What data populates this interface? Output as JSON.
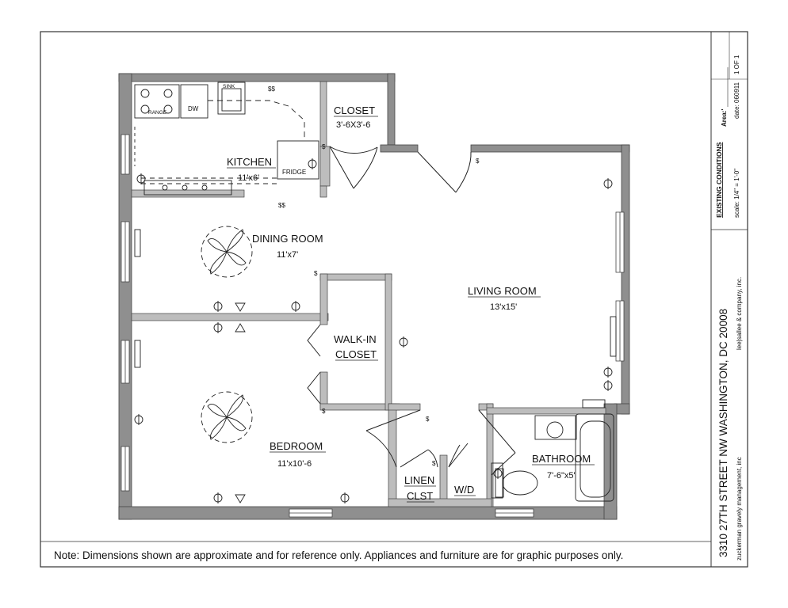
{
  "plan": {
    "rooms": {
      "kitchen": {
        "name": "KITCHEN",
        "dim": "11'x6'"
      },
      "closet": {
        "name": "CLOSET",
        "dim": "3'-6X3'-6"
      },
      "dining": {
        "name": "DINING ROOM",
        "dim": "11'x7'"
      },
      "living": {
        "name": "LIVING ROOM",
        "dim": "13'x15'"
      },
      "walkin": {
        "name1": "WALK-IN",
        "name2": "CLOSET"
      },
      "bedroom": {
        "name": "BEDROOM",
        "dim": "11'x10'-6"
      },
      "bathroom": {
        "name": "BATHROOM",
        "dim": "7'-6\"x5'"
      },
      "linen": {
        "name1": "LINEN",
        "name2": "CLST"
      },
      "wd": {
        "name": "W/D"
      }
    },
    "fixtures": {
      "range": "RANGE",
      "dw": "DW",
      "fridge": "FRIDGE",
      "sink": "SINK"
    },
    "symbols": {
      "switch2": "$$",
      "switch1": "$"
    }
  },
  "note": "Note: Dimensions shown are approximate and for reference only. Appliances and furniture are for graphic purposes only.",
  "title_block": {
    "address": "3310 27TH STREET NW WASHINGTON, DC 20008",
    "company1": "zuckerman gravely management, inc",
    "company2": "lee|sallee & company, inc.",
    "heading": "EXISTING CONDITIONS",
    "scale": "scale: 1/4\" = 1'-0\"",
    "area": "Area:'",
    "date": "date: 060911",
    "sheet": "1 OF 1"
  }
}
